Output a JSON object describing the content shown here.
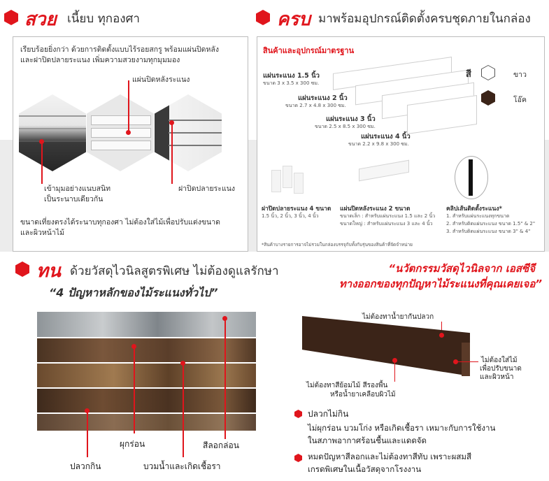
{
  "section1": {
    "title_red": "สวย",
    "title_rest": "เนี้ยบ ทุกองศา",
    "intro_line1": "เรียบร้อยยิ่งกว่า ด้วยการติดตั้งแบบไร้รอยสกรู พร้อมแผ่นปิดหลัง",
    "intro_line2": "และฝาปิดปลายระแนง เพิ่มความสวยงามทุกมุมมอง",
    "label_back_cover": "แผ่นปิดหลังระแนง",
    "label_join_1": "เข้ามุมอย่างแนบสนิท",
    "label_join_2": "เป็นระนาบเดียวกัน",
    "label_end_cap": "ฝาปิดปลายระแนง",
    "footer_line1": "ขนาดเที่ยงตรงได้ระนาบทุกองศา ไม่ต้องใส่ไม้เพื่อปรับแต่งขนาด",
    "footer_line2": "และผิวหน้าไม้"
  },
  "section2": {
    "title_red": "ครบ",
    "title_rest": "มาพร้อมอุปกรณ์ติดตั้งครบชุดภายในกล่อง",
    "subtitle": "สินค้าและอุปกรณ์มาตรฐาน",
    "slats": [
      {
        "name": "แผ่นระแนง 1.5 นิ้ว",
        "size": "ขนาด 3 x 3.5 x 300 ซม."
      },
      {
        "name": "แผ่นระแนง 2 นิ้ว",
        "size": "ขนาด 2.7 x 4.8 x 300 ซม."
      },
      {
        "name": "แผ่นระแนง 3 นิ้ว",
        "size": "ขนาด 2.5 x 8.5 x 300 ซม."
      },
      {
        "name": "แผ่นระแนง 4 นิ้ว",
        "size": "ขนาด 2.2 x 9.8 x 300 ซม."
      }
    ],
    "color_label": "สี",
    "color_white": "ขาว",
    "color_oak": "โอ๊ค",
    "color_oak_hex": "#3b2418",
    "accessory_1_title": "ฝาปิดปลายระแนง 4 ขนาด",
    "accessory_1_desc": "1.5 นิ้ว, 2 นิ้ว, 3 นิ้ว, 4 นิ้ว",
    "accessory_2_title": "แผ่นปิดหลังระแนง 2 ขนาด",
    "accessory_2_desc1": "ขนาดเล็ก : สำหรับแผ่นระแนง 1.5 และ 2 นิ้ว",
    "accessory_2_desc2": "ขนาดใหญ่ : สำหรับแผ่นระแนง 3 และ 4 นิ้ว",
    "accessory_3_title": "คลิปเส้นติดตั้งระแนง*",
    "accessory_3_desc1": "1. สำหรับแผ่นระแนงทุกขนาด",
    "accessory_3_desc2": "2. สำหรับติดแผ่นระแนง ขนาด 1.5\" & 2\"",
    "accessory_3_desc3": "3. สำหรับติดแผ่นระแนง ขนาด 3\" & 4\"",
    "note": "*สินค้าบางรายการอาจไม่รวมในกล่องบรรจุกับทั้งกับรุ่นของสินค้าที่จัดจำหน่าย"
  },
  "section3": {
    "title_red": "ทน",
    "title_rest": "ด้วยวัสดุไวนิลสูตรพิเศษ ไม่ต้องดูแลรักษา",
    "subtitle": "“4 ปัญหาหลักของไม้ระแนงทั่วไป”",
    "label_rot": "ผุกร่อน",
    "label_peel": "สีลอกล่อน",
    "label_termite": "ปลวกกิน",
    "label_swell": "บวมน้ำและเกิดเชื้อรา"
  },
  "section4": {
    "headline1": "“นวัตกรรมวัสดุไวนิลจาก เอสซีจี",
    "headline2": "ทางออกของทุกปัญหาไม้ระแนงที่คุณเคยเจอ”",
    "label_no_termite": "ไม่ต้องทาน้ำยากันปลวก",
    "label_no_wood_1": "ไม่ต้องใส่ไม้",
    "label_no_wood_2": "เพื่อปรับขนาด",
    "label_no_wood_3": "และผิวหน้า",
    "label_no_paint_1": "ไม่ต้องทาสีย้อมไม้ สีรองพื้น",
    "label_no_paint_2": "หรือน้ำยาเคลือบผิวไม้",
    "bullet1_title": "ปลวกไม่กิน",
    "bullet1_desc1": "ไม่ผุกร่อน บวมโก่ง หรือเกิดเชื้อรา เหมาะกับการใช้งาน",
    "bullet1_desc2": "ในสภาพอากาศร้อนชื้นและแดดจัด",
    "bullet2_desc1": "หมดปัญหาสีลอกและไม่ต้องทาสีทับ เพราะผสมสี",
    "bullet2_desc2": "เกรดพิเศษในเนื้อวัสดุจากโรงงาน"
  },
  "colors": {
    "accent": "#e0151c",
    "oak": "#3b2418"
  }
}
